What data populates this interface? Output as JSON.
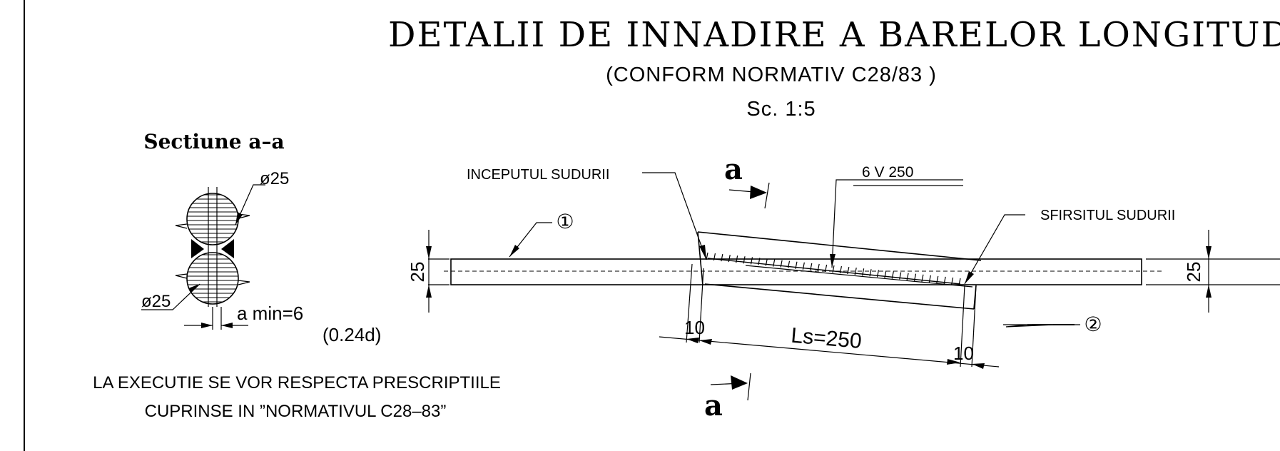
{
  "title": "DETALII DE INNADIRE A BARELOR LONGITUDIN",
  "subtitle": "(CONFORM NORMATIV C28/83 )",
  "scale": "Sc. 1:5",
  "section": {
    "heading": "Sectiune a–a",
    "bar_top_label": "ø25",
    "bar_bottom_label": "ø25",
    "gap_label": "a min=6",
    "gap_formula": "(0.24d)"
  },
  "notes": {
    "line1": "LA EXECUTIE SE VOR RESPECTA PRESCRIPTIILE",
    "line2": "CUPRINSE IN ”NORMATIVUL C28–83”"
  },
  "elevation": {
    "weld_start_label": "INCEPUTUL SUDURII",
    "weld_end_label": "SFIRSITUL SUDURII",
    "weld_symbol_label": "6  V  250",
    "bar_marker_1": "①",
    "bar_marker_2": "②",
    "section_mark_top": "a",
    "section_mark_bottom": "a",
    "dim_height_left": "25",
    "dim_height_right": "25",
    "dim_offset_left": "10",
    "dim_offset_right": "10",
    "dim_lap_length": "Ls=250"
  }
}
